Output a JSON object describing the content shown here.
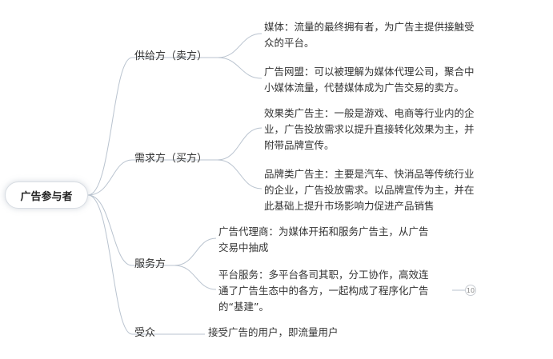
{
  "root": {
    "label": "广告参与者"
  },
  "branches": [
    {
      "label": "供给方（卖方）",
      "leaves": [
        "媒体：流量的最终拥有者，为广告主提供接触受\n众的平台。",
        "广告网盟：可以被理解为媒体代理公司，聚合中\n小媒体流量，代替媒体成为广告交易的卖方。"
      ]
    },
    {
      "label": "需求方（买方）",
      "leaves": [
        "效果类广告主：一般是游戏、电商等行业内的企\n业，广告投放需求以提升直接转化效果为主，并\n附带品牌宣传。",
        "品牌类广告主：主要是汽车、快消品等传统行业\n的企业，广告投放需求。以品牌宣传为主，并在\n此基础上提升市场影响力促进产品销售"
      ]
    },
    {
      "label": "服务方",
      "leaves": [
        "广告代理商：为媒体开拓和服务广告主，从广告\n交易中抽成",
        "平台服务：多平台各司其职，分工协作，高效连\n通了广告生态中的各方，一起构成了程序化广告\n的“基建”。"
      ]
    },
    {
      "label": "受众",
      "leaves": [
        "接受广告的用户，即流量用户"
      ]
    }
  ],
  "badge": {
    "label": "10"
  },
  "colors": {
    "line": "#b9c3cf",
    "text": "#333333"
  }
}
